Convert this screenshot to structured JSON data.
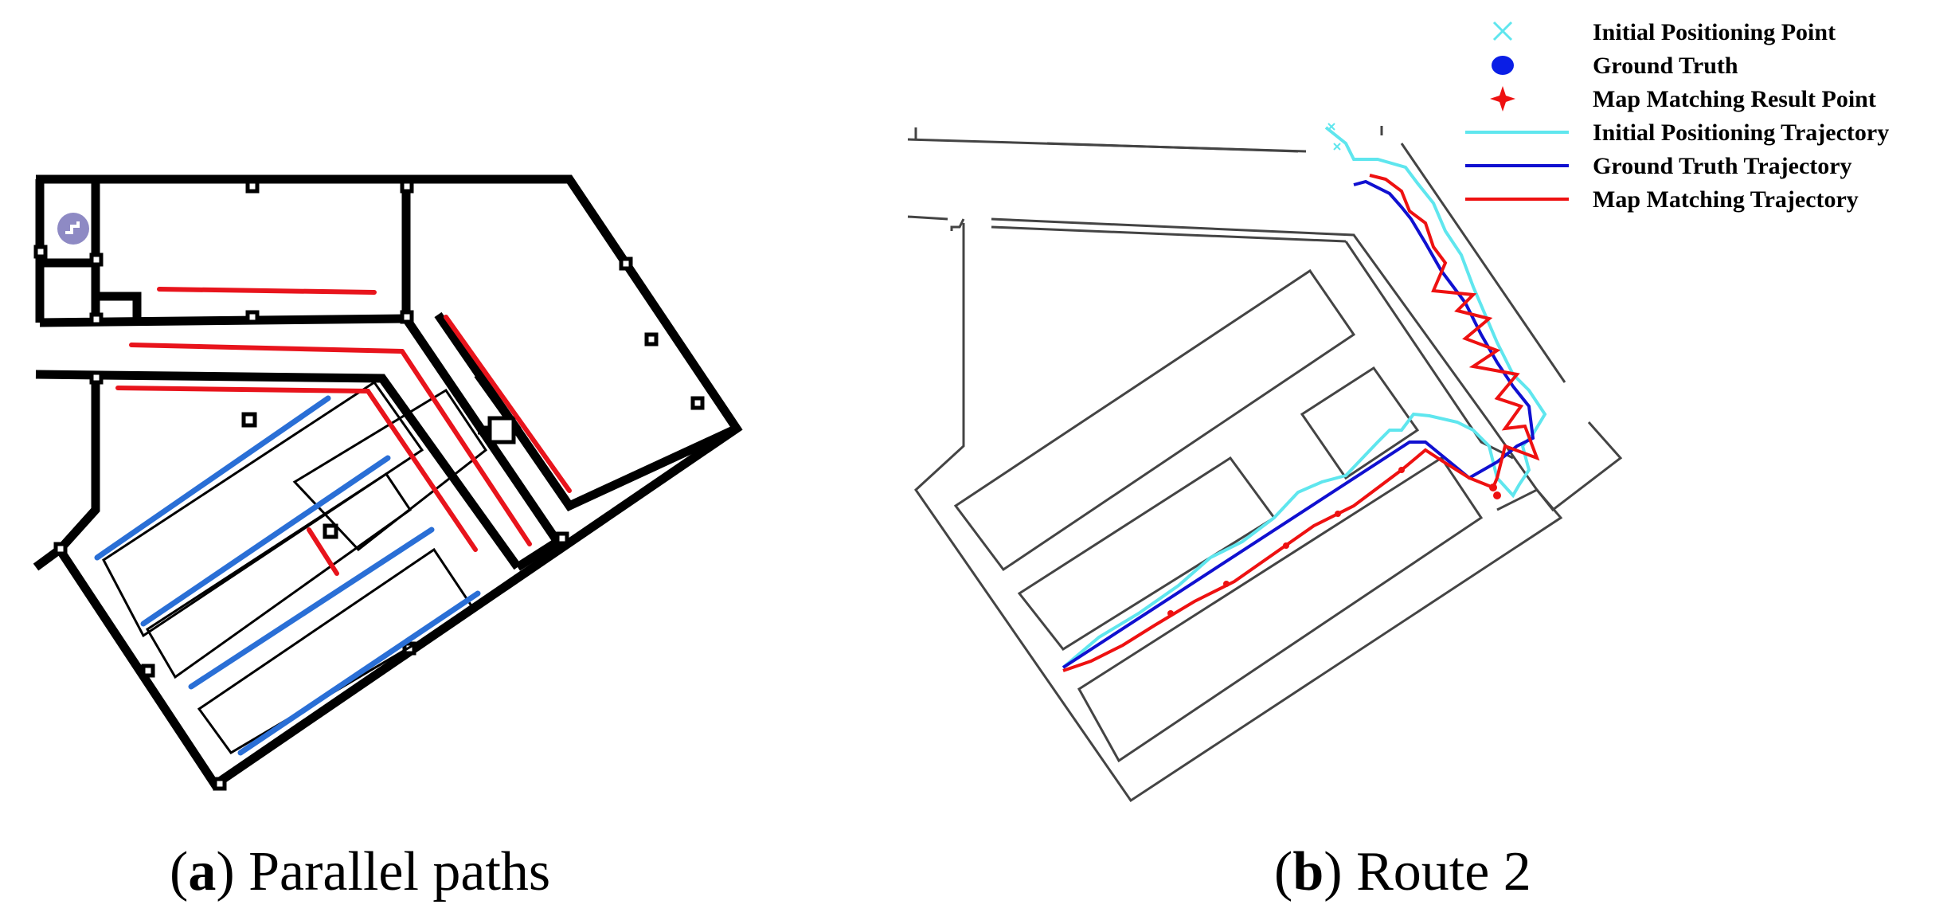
{
  "captions": {
    "a": {
      "letter": "a",
      "text": "Parallel paths"
    },
    "b": {
      "letter": "b",
      "text": "Route 2"
    }
  },
  "legend": [
    {
      "label": "Initial Positioning Point",
      "icon": "cyan-x-marker-icon",
      "color": "#5fe6ee"
    },
    {
      "label": "Ground Truth",
      "icon": "blue-dot-marker-icon",
      "color": "#0a1ee6"
    },
    {
      "label": "Map Matching Result Point",
      "icon": "red-star-marker-icon",
      "color": "#ee1111"
    },
    {
      "label": "Initial Positioning Trajectory",
      "icon": "cyan-line-icon",
      "color": "#5fe6ee"
    },
    {
      "label": "Ground Truth Trajectory",
      "icon": "blue-line-icon",
      "color": "#1010d0"
    },
    {
      "label": "Map Matching Trajectory",
      "icon": "red-line-icon",
      "color": "#ee1111"
    }
  ],
  "colors": {
    "wall": "#000000",
    "map_outline": "#444444",
    "parallel_red": "#e8141c",
    "parallel_blue": "#2a6fd6",
    "stair_icon": "#8e8ac4"
  }
}
